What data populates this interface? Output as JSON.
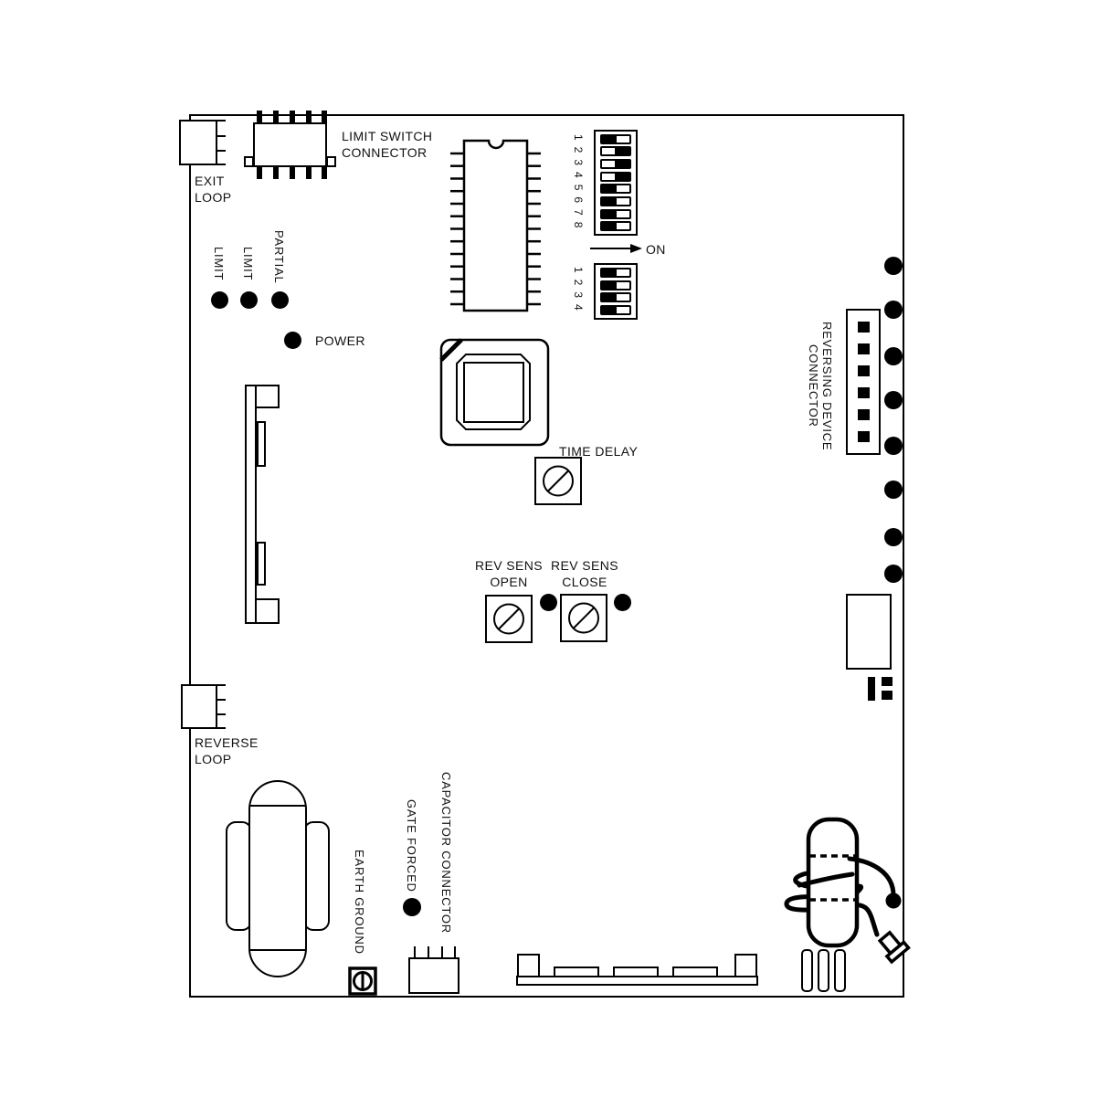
{
  "diagram": {
    "exit_loop": {
      "line1": "EXIT",
      "line2": "LOOP"
    },
    "limit_switch": {
      "line1": "LIMIT SWITCH",
      "line2": "CONNECTOR"
    },
    "dip8": {
      "numbers": "12345678",
      "states": [
        "on",
        "off",
        "off",
        "off",
        "on",
        "on",
        "on",
        "on"
      ]
    },
    "dip4": {
      "numbers": "1234",
      "states": [
        "on",
        "on",
        "on",
        "on"
      ]
    },
    "on_label": "ON",
    "leds": {
      "limit_a": "LIMIT",
      "limit_b": "LIMIT",
      "partial": "PARTIAL",
      "power": "POWER",
      "gate_forced": "GATE FORCED"
    },
    "pots": {
      "time_delay": "TIME DELAY",
      "rev_sens_open": {
        "line1": "REV SENS",
        "line2": "OPEN"
      },
      "rev_sens_close": {
        "line1": "REV SENS",
        "line2": "CLOSE"
      }
    },
    "reversing_connector": {
      "line1": "REVERSING DEVICE",
      "line2": "CONNECTOR"
    },
    "reverse_loop": {
      "line1": "REVERSE",
      "line2": "LOOP"
    },
    "earth_ground": "EARTH GROUND",
    "capacitor_connector": "CAPACITOR CONNECTOR"
  }
}
